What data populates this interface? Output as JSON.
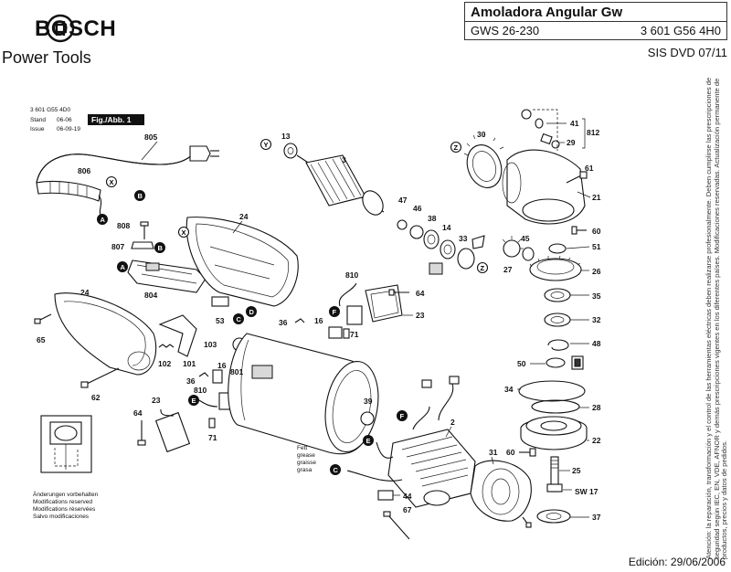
{
  "header": {
    "brand": "BOSCH",
    "subtitle": "Power Tools",
    "product_title": "Amoladora Angular Gw",
    "model": "GWS 26-230",
    "part_number": "3 601 G56 4H0",
    "sis": "SIS DVD 07/11"
  },
  "drawing": {
    "ref_number": "3 601 G55 4D0",
    "stand_label": "Stand",
    "stand_value": "06-06",
    "issue_label": "Issue",
    "issue_value": "06-09-19",
    "fig_label": "Fig./Abb. 1",
    "grease_note": [
      "Fett",
      "grease",
      "graisse",
      "grasa"
    ],
    "modification_note": [
      "Änderungen vorbehalten",
      "Modifications reserved",
      "Modifications réservées",
      "Salvo modificaciones"
    ],
    "part_numbers": {
      "p805": "805",
      "p806": "806",
      "p808": "808",
      "p807": "807",
      "p804": "804",
      "p24a": "24",
      "p24b": "24",
      "p65": "65",
      "p53": "53",
      "p102": "102",
      "p101": "101",
      "p62": "62",
      "p103": "103",
      "p36a": "36",
      "p16a": "16",
      "p36b": "36",
      "p16b": "16",
      "p810a": "810",
      "p810b": "810",
      "p23a": "23",
      "p23b": "23",
      "p64a": "64",
      "p64b": "64",
      "p71a": "71",
      "p71b": "71",
      "p801": "801",
      "p13": "13",
      "p3": "3",
      "p47": "47",
      "p46": "46",
      "p38": "38",
      "p14": "14",
      "p33": "33",
      "p30": "30",
      "p45": "45",
      "p27": "27",
      "p39": "39",
      "p2": "2",
      "p31": "31",
      "p44": "44",
      "p67": "67",
      "p41": "41",
      "p812": "812",
      "p29": "29",
      "p61": "61",
      "p21": "21",
      "p60a": "60",
      "p51": "51",
      "p26": "26",
      "p35": "35",
      "p32": "32",
      "p48": "48",
      "p50": "50",
      "p34": "34",
      "p28": "28",
      "p22": "22",
      "p60b": "60",
      "p25": "25",
      "sw17": "SW 17",
      "p37": "37"
    },
    "callouts": {
      "A": "A",
      "B": "B",
      "C": "C",
      "D": "D",
      "E": "E",
      "F": "F",
      "X": "X",
      "Y": "Y",
      "Z": "Z"
    }
  },
  "footer": {
    "vertical_note": "Atención: la reparación, transformación y el control de las herramientas eléctricas deben realizarse profesionalmente. Deben cumplirse las prescripciones de seguridad según IEC, EN, VDE, AFNOR y demás prescripciones vigentes en los diferentes países. Modificaciones reservadas. Actualización permanente de productos, precios y datos de pedidos.",
    "edition": "Edición: 29/06/2006"
  }
}
